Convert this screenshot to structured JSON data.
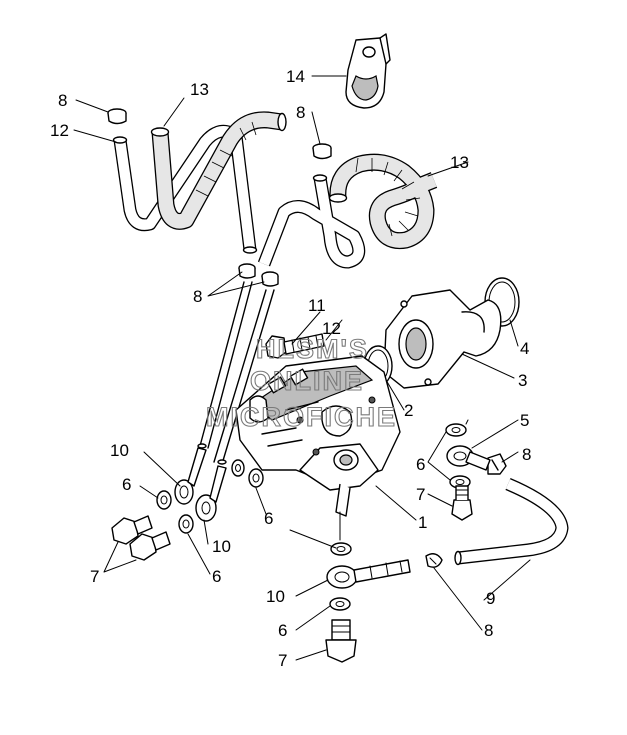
{
  "callouts": {
    "c1": "1",
    "c2": "2",
    "c3": "3",
    "c4": "4",
    "c5": "5",
    "c6a": "6",
    "c6b": "6",
    "c6c": "6",
    "c6d": "6",
    "c6e": "6",
    "c7a": "7",
    "c7b": "7",
    "c7c": "7",
    "c8a": "8",
    "c8b": "8",
    "c8c": "8",
    "c8d": "8",
    "c8e": "8",
    "c9": "9",
    "c10a": "10",
    "c10b": "10",
    "c10c": "10",
    "c11": "11",
    "c12a": "12",
    "c12b": "12",
    "c13a": "13",
    "c13b": "13",
    "c14": "14"
  },
  "watermark": {
    "line1": "HLSM'S",
    "line2": "ONLINE",
    "line3": "MICROFICHE"
  },
  "colors": {
    "ink": "#000000",
    "watermark": "#7a7a7a",
    "background": "#ffffff"
  }
}
